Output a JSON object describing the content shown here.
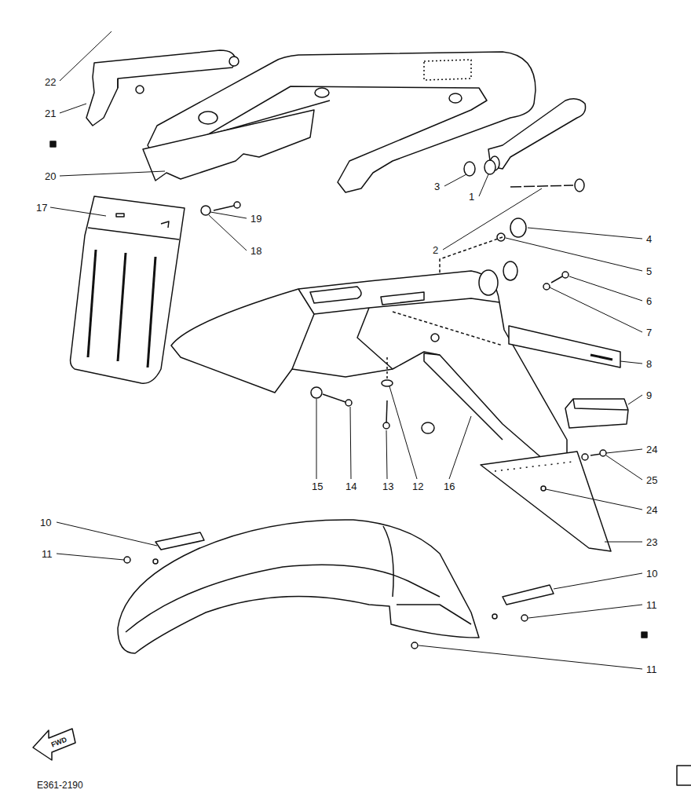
{
  "diagram": {
    "labels": [
      "22",
      "21",
      "20",
      "17",
      "19",
      "18",
      "3",
      "1",
      "2",
      "4",
      "5",
      "6",
      "7",
      "8",
      "9",
      "24",
      "25",
      "24",
      "23",
      "15",
      "14",
      "13",
      "12",
      "16",
      "10",
      "11",
      "10",
      "11",
      "11",
      "FWD",
      "E361-2190"
    ]
  }
}
